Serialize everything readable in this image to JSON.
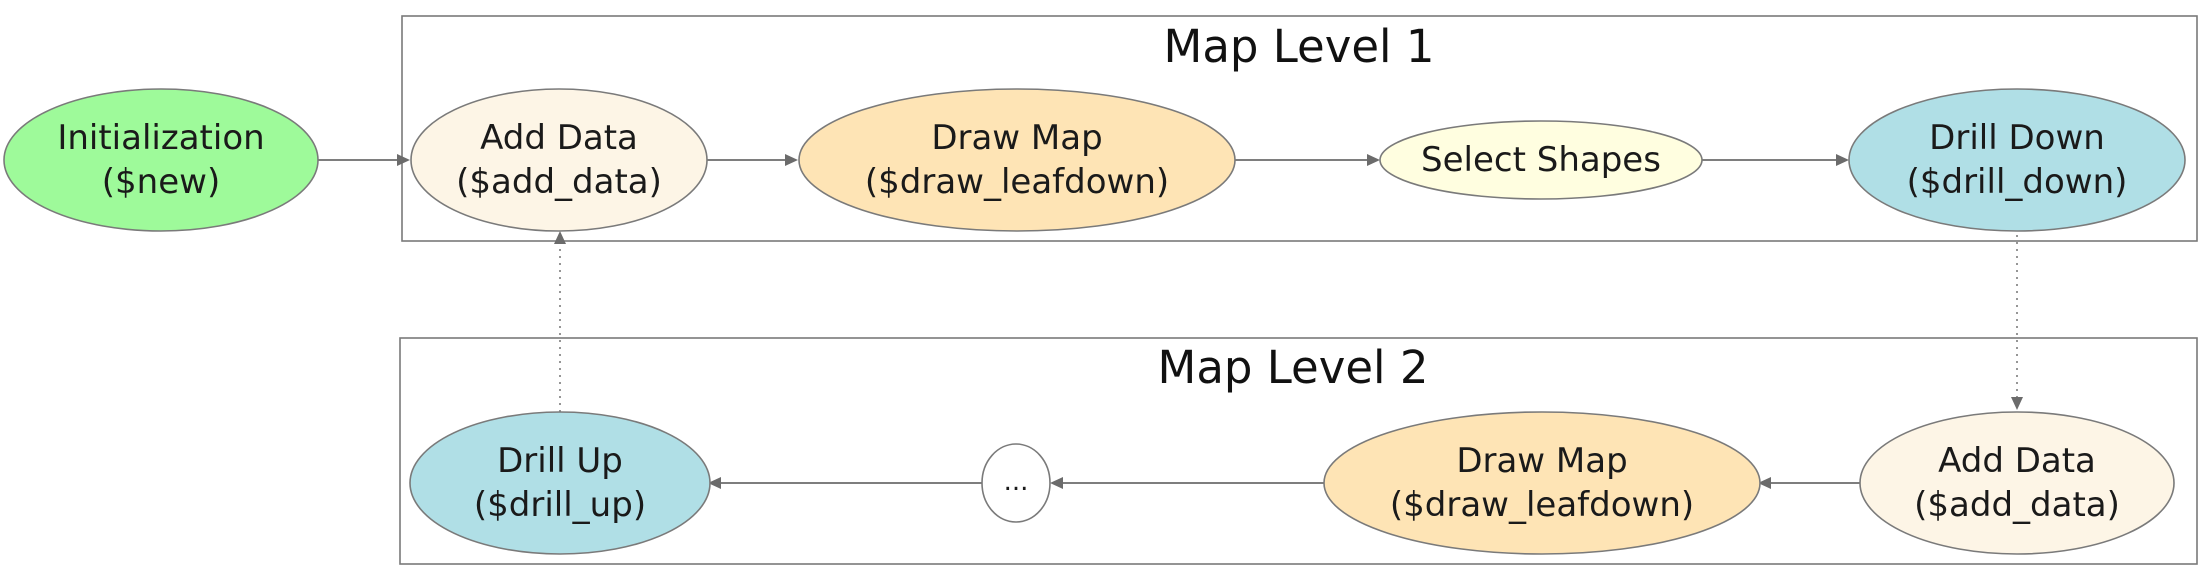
{
  "colors": {
    "initialization": "#9efa9a",
    "add_data": "#fdf5e6",
    "draw_map": "#fee4b5",
    "select_shapes": "#fffee0",
    "drill": "#b0dfe6",
    "ellipsis": "#ffffff"
  },
  "clusters": {
    "level1": {
      "title": "Map Level 1"
    },
    "level2": {
      "title": "Map Level 2"
    }
  },
  "nodes": {
    "initialization": {
      "line1": "Initialization",
      "line2": "($new)"
    },
    "l1_add_data": {
      "line1": "Add Data",
      "line2": "($add_data)"
    },
    "l1_draw_map": {
      "line1": "Draw Map",
      "line2": "($draw_leafdown)"
    },
    "select_shapes": {
      "line1": "Select Shapes"
    },
    "drill_down": {
      "line1": "Drill Down",
      "line2": "($drill_down)"
    },
    "l2_add_data": {
      "line1": "Add Data",
      "line2": "($add_data)"
    },
    "l2_draw_map": {
      "line1": "Draw Map",
      "line2": "($draw_leafdown)"
    },
    "ellipsis": {
      "line1": "..."
    },
    "drill_up": {
      "line1": "Drill Up",
      "line2": "($drill_up)"
    }
  },
  "edges": [
    {
      "from": "initialization",
      "to": "l1_add_data",
      "style": "solid"
    },
    {
      "from": "l1_add_data",
      "to": "l1_draw_map",
      "style": "solid"
    },
    {
      "from": "l1_draw_map",
      "to": "select_shapes",
      "style": "solid"
    },
    {
      "from": "select_shapes",
      "to": "drill_down",
      "style": "solid"
    },
    {
      "from": "drill_down",
      "to": "l2_add_data",
      "style": "dotted"
    },
    {
      "from": "l2_add_data",
      "to": "l2_draw_map",
      "style": "solid"
    },
    {
      "from": "l2_draw_map",
      "to": "ellipsis",
      "style": "solid"
    },
    {
      "from": "ellipsis",
      "to": "drill_up",
      "style": "solid"
    },
    {
      "from": "drill_up",
      "to": "l1_add_data",
      "style": "dotted"
    }
  ]
}
